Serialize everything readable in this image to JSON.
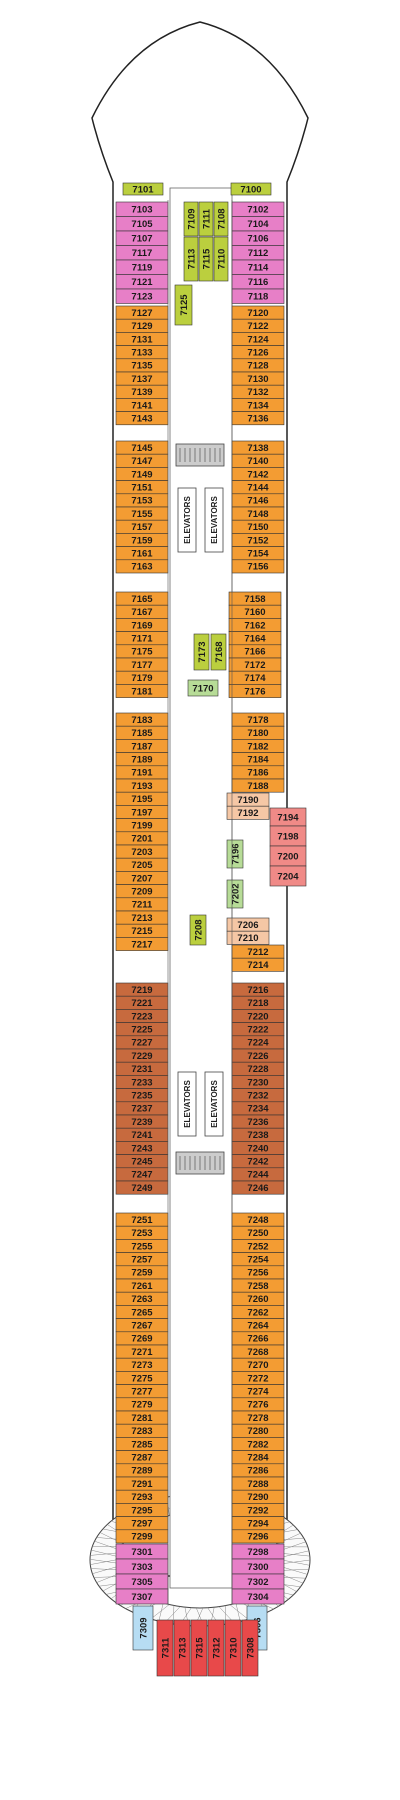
{
  "colors": {
    "pink": "#e77fc7",
    "orange": "#f39c33",
    "brown": "#c76a3e",
    "salmon": "#f5c7a5",
    "coral": "#f08a87",
    "lime": "#bbcf3e",
    "green": "#b7dc97",
    "red": "#e8494a",
    "lightblue": "#b7ddf3",
    "hull": "#ffffff",
    "outline": "#222222"
  },
  "elevator_label": "ELEVATORS",
  "cabins": [
    {
      "n": "7101",
      "c": "lime"
    },
    {
      "n": "7100",
      "c": "lime"
    },
    {
      "n": "7103",
      "c": "pink"
    },
    {
      "n": "7105",
      "c": "pink"
    },
    {
      "n": "7107",
      "c": "pink"
    },
    {
      "n": "7117",
      "c": "pink"
    },
    {
      "n": "7119",
      "c": "pink"
    },
    {
      "n": "7121",
      "c": "pink"
    },
    {
      "n": "7123",
      "c": "pink"
    },
    {
      "n": "7102",
      "c": "pink"
    },
    {
      "n": "7104",
      "c": "pink"
    },
    {
      "n": "7106",
      "c": "pink"
    },
    {
      "n": "7112",
      "c": "pink"
    },
    {
      "n": "7114",
      "c": "pink"
    },
    {
      "n": "7116",
      "c": "pink"
    },
    {
      "n": "7118",
      "c": "pink"
    },
    {
      "n": "7109",
      "c": "lime"
    },
    {
      "n": "7111",
      "c": "lime"
    },
    {
      "n": "7108",
      "c": "lime"
    },
    {
      "n": "7113",
      "c": "lime"
    },
    {
      "n": "7115",
      "c": "lime"
    },
    {
      "n": "7110",
      "c": "lime"
    },
    {
      "n": "7125",
      "c": "lime"
    },
    {
      "n": "7127",
      "c": "orange"
    },
    {
      "n": "7129",
      "c": "orange"
    },
    {
      "n": "7131",
      "c": "orange"
    },
    {
      "n": "7133",
      "c": "orange"
    },
    {
      "n": "7135",
      "c": "orange"
    },
    {
      "n": "7137",
      "c": "orange"
    },
    {
      "n": "7139",
      "c": "orange"
    },
    {
      "n": "7141",
      "c": "orange"
    },
    {
      "n": "7143",
      "c": "orange"
    },
    {
      "n": "7120",
      "c": "orange"
    },
    {
      "n": "7122",
      "c": "orange"
    },
    {
      "n": "7124",
      "c": "orange"
    },
    {
      "n": "7126",
      "c": "orange"
    },
    {
      "n": "7128",
      "c": "orange"
    },
    {
      "n": "7130",
      "c": "orange"
    },
    {
      "n": "7132",
      "c": "orange"
    },
    {
      "n": "7134",
      "c": "orange"
    },
    {
      "n": "7136",
      "c": "orange"
    },
    {
      "n": "7145",
      "c": "orange"
    },
    {
      "n": "7147",
      "c": "orange"
    },
    {
      "n": "7149",
      "c": "orange"
    },
    {
      "n": "7151",
      "c": "orange"
    },
    {
      "n": "7153",
      "c": "orange"
    },
    {
      "n": "7155",
      "c": "orange"
    },
    {
      "n": "7157",
      "c": "orange"
    },
    {
      "n": "7159",
      "c": "orange"
    },
    {
      "n": "7161",
      "c": "orange"
    },
    {
      "n": "7163",
      "c": "orange"
    },
    {
      "n": "7138",
      "c": "orange"
    },
    {
      "n": "7140",
      "c": "orange"
    },
    {
      "n": "7142",
      "c": "orange"
    },
    {
      "n": "7144",
      "c": "orange"
    },
    {
      "n": "7146",
      "c": "orange"
    },
    {
      "n": "7148",
      "c": "orange"
    },
    {
      "n": "7150",
      "c": "orange"
    },
    {
      "n": "7152",
      "c": "orange"
    },
    {
      "n": "7154",
      "c": "orange"
    },
    {
      "n": "7156",
      "c": "orange"
    },
    {
      "n": "7165",
      "c": "orange"
    },
    {
      "n": "7167",
      "c": "orange"
    },
    {
      "n": "7169",
      "c": "orange"
    },
    {
      "n": "7171",
      "c": "orange"
    },
    {
      "n": "7175",
      "c": "orange"
    },
    {
      "n": "7177",
      "c": "orange"
    },
    {
      "n": "7179",
      "c": "orange"
    },
    {
      "n": "7181",
      "c": "orange"
    },
    {
      "n": "7158",
      "c": "orange"
    },
    {
      "n": "7160",
      "c": "orange"
    },
    {
      "n": "7162",
      "c": "orange"
    },
    {
      "n": "7164",
      "c": "orange"
    },
    {
      "n": "7166",
      "c": "orange"
    },
    {
      "n": "7172",
      "c": "orange"
    },
    {
      "n": "7174",
      "c": "orange"
    },
    {
      "n": "7176",
      "c": "orange"
    },
    {
      "n": "7173",
      "c": "lime"
    },
    {
      "n": "7168",
      "c": "lime"
    },
    {
      "n": "7170",
      "c": "green"
    },
    {
      "n": "7183",
      "c": "orange"
    },
    {
      "n": "7185",
      "c": "orange"
    },
    {
      "n": "7187",
      "c": "orange"
    },
    {
      "n": "7189",
      "c": "orange"
    },
    {
      "n": "7191",
      "c": "orange"
    },
    {
      "n": "7193",
      "c": "orange"
    },
    {
      "n": "7195",
      "c": "orange"
    },
    {
      "n": "7197",
      "c": "orange"
    },
    {
      "n": "7199",
      "c": "orange"
    },
    {
      "n": "7201",
      "c": "orange"
    },
    {
      "n": "7203",
      "c": "orange"
    },
    {
      "n": "7205",
      "c": "orange"
    },
    {
      "n": "7207",
      "c": "orange"
    },
    {
      "n": "7209",
      "c": "orange"
    },
    {
      "n": "7211",
      "c": "orange"
    },
    {
      "n": "7213",
      "c": "orange"
    },
    {
      "n": "7215",
      "c": "orange"
    },
    {
      "n": "7217",
      "c": "orange"
    },
    {
      "n": "7178",
      "c": "orange"
    },
    {
      "n": "7180",
      "c": "orange"
    },
    {
      "n": "7182",
      "c": "orange"
    },
    {
      "n": "7184",
      "c": "orange"
    },
    {
      "n": "7186",
      "c": "orange"
    },
    {
      "n": "7188",
      "c": "orange"
    },
    {
      "n": "7190",
      "c": "salmon"
    },
    {
      "n": "7192",
      "c": "salmon"
    },
    {
      "n": "7194",
      "c": "coral"
    },
    {
      "n": "7198",
      "c": "coral"
    },
    {
      "n": "7200",
      "c": "coral"
    },
    {
      "n": "7204",
      "c": "coral"
    },
    {
      "n": "7196",
      "c": "green"
    },
    {
      "n": "7202",
      "c": "green"
    },
    {
      "n": "7208",
      "c": "lime"
    },
    {
      "n": "7206",
      "c": "salmon"
    },
    {
      "n": "7210",
      "c": "salmon"
    },
    {
      "n": "7212",
      "c": "orange"
    },
    {
      "n": "7214",
      "c": "orange"
    },
    {
      "n": "7219",
      "c": "brown"
    },
    {
      "n": "7221",
      "c": "brown"
    },
    {
      "n": "7223",
      "c": "brown"
    },
    {
      "n": "7225",
      "c": "brown"
    },
    {
      "n": "7227",
      "c": "brown"
    },
    {
      "n": "7229",
      "c": "brown"
    },
    {
      "n": "7231",
      "c": "brown"
    },
    {
      "n": "7233",
      "c": "brown"
    },
    {
      "n": "7235",
      "c": "brown"
    },
    {
      "n": "7237",
      "c": "brown"
    },
    {
      "n": "7239",
      "c": "brown"
    },
    {
      "n": "7241",
      "c": "brown"
    },
    {
      "n": "7243",
      "c": "brown"
    },
    {
      "n": "7245",
      "c": "brown"
    },
    {
      "n": "7247",
      "c": "brown"
    },
    {
      "n": "7249",
      "c": "brown"
    },
    {
      "n": "7216",
      "c": "brown"
    },
    {
      "n": "7218",
      "c": "brown"
    },
    {
      "n": "7220",
      "c": "brown"
    },
    {
      "n": "7222",
      "c": "brown"
    },
    {
      "n": "7224",
      "c": "brown"
    },
    {
      "n": "7226",
      "c": "brown"
    },
    {
      "n": "7228",
      "c": "brown"
    },
    {
      "n": "7230",
      "c": "brown"
    },
    {
      "n": "7232",
      "c": "brown"
    },
    {
      "n": "7234",
      "c": "brown"
    },
    {
      "n": "7236",
      "c": "brown"
    },
    {
      "n": "7238",
      "c": "brown"
    },
    {
      "n": "7240",
      "c": "brown"
    },
    {
      "n": "7242",
      "c": "brown"
    },
    {
      "n": "7244",
      "c": "brown"
    },
    {
      "n": "7246",
      "c": "brown"
    },
    {
      "n": "7251",
      "c": "orange"
    },
    {
      "n": "7253",
      "c": "orange"
    },
    {
      "n": "7255",
      "c": "orange"
    },
    {
      "n": "7257",
      "c": "orange"
    },
    {
      "n": "7259",
      "c": "orange"
    },
    {
      "n": "7261",
      "c": "orange"
    },
    {
      "n": "7263",
      "c": "orange"
    },
    {
      "n": "7265",
      "c": "orange"
    },
    {
      "n": "7267",
      "c": "orange"
    },
    {
      "n": "7269",
      "c": "orange"
    },
    {
      "n": "7271",
      "c": "orange"
    },
    {
      "n": "7273",
      "c": "orange"
    },
    {
      "n": "7275",
      "c": "orange"
    },
    {
      "n": "7277",
      "c": "orange"
    },
    {
      "n": "7279",
      "c": "orange"
    },
    {
      "n": "7281",
      "c": "orange"
    },
    {
      "n": "7283",
      "c": "orange"
    },
    {
      "n": "7285",
      "c": "orange"
    },
    {
      "n": "7287",
      "c": "orange"
    },
    {
      "n": "7289",
      "c": "orange"
    },
    {
      "n": "7291",
      "c": "orange"
    },
    {
      "n": "7293",
      "c": "orange"
    },
    {
      "n": "7295",
      "c": "orange"
    },
    {
      "n": "7297",
      "c": "orange"
    },
    {
      "n": "7299",
      "c": "orange"
    },
    {
      "n": "7248",
      "c": "orange"
    },
    {
      "n": "7250",
      "c": "orange"
    },
    {
      "n": "7252",
      "c": "orange"
    },
    {
      "n": "7254",
      "c": "orange"
    },
    {
      "n": "7256",
      "c": "orange"
    },
    {
      "n": "7258",
      "c": "orange"
    },
    {
      "n": "7260",
      "c": "orange"
    },
    {
      "n": "7262",
      "c": "orange"
    },
    {
      "n": "7264",
      "c": "orange"
    },
    {
      "n": "7266",
      "c": "orange"
    },
    {
      "n": "7268",
      "c": "orange"
    },
    {
      "n": "7270",
      "c": "orange"
    },
    {
      "n": "7272",
      "c": "orange"
    },
    {
      "n": "7274",
      "c": "orange"
    },
    {
      "n": "7276",
      "c": "orange"
    },
    {
      "n": "7278",
      "c": "orange"
    },
    {
      "n": "7280",
      "c": "orange"
    },
    {
      "n": "7282",
      "c": "orange"
    },
    {
      "n": "7284",
      "c": "orange"
    },
    {
      "n": "7286",
      "c": "orange"
    },
    {
      "n": "7288",
      "c": "orange"
    },
    {
      "n": "7290",
      "c": "orange"
    },
    {
      "n": "7292",
      "c": "orange"
    },
    {
      "n": "7294",
      "c": "orange"
    },
    {
      "n": "7296",
      "c": "orange"
    },
    {
      "n": "7301",
      "c": "pink"
    },
    {
      "n": "7303",
      "c": "pink"
    },
    {
      "n": "7305",
      "c": "pink"
    },
    {
      "n": "7307",
      "c": "pink"
    },
    {
      "n": "7298",
      "c": "pink"
    },
    {
      "n": "7300",
      "c": "pink"
    },
    {
      "n": "7302",
      "c": "pink"
    },
    {
      "n": "7304",
      "c": "pink"
    },
    {
      "n": "7309",
      "c": "lightblue"
    },
    {
      "n": "7306",
      "c": "lightblue"
    },
    {
      "n": "7311",
      "c": "red"
    },
    {
      "n": "7313",
      "c": "red"
    },
    {
      "n": "7315",
      "c": "red"
    },
    {
      "n": "7312",
      "c": "red"
    },
    {
      "n": "7310",
      "c": "red"
    },
    {
      "n": "7308",
      "c": "red"
    }
  ]
}
